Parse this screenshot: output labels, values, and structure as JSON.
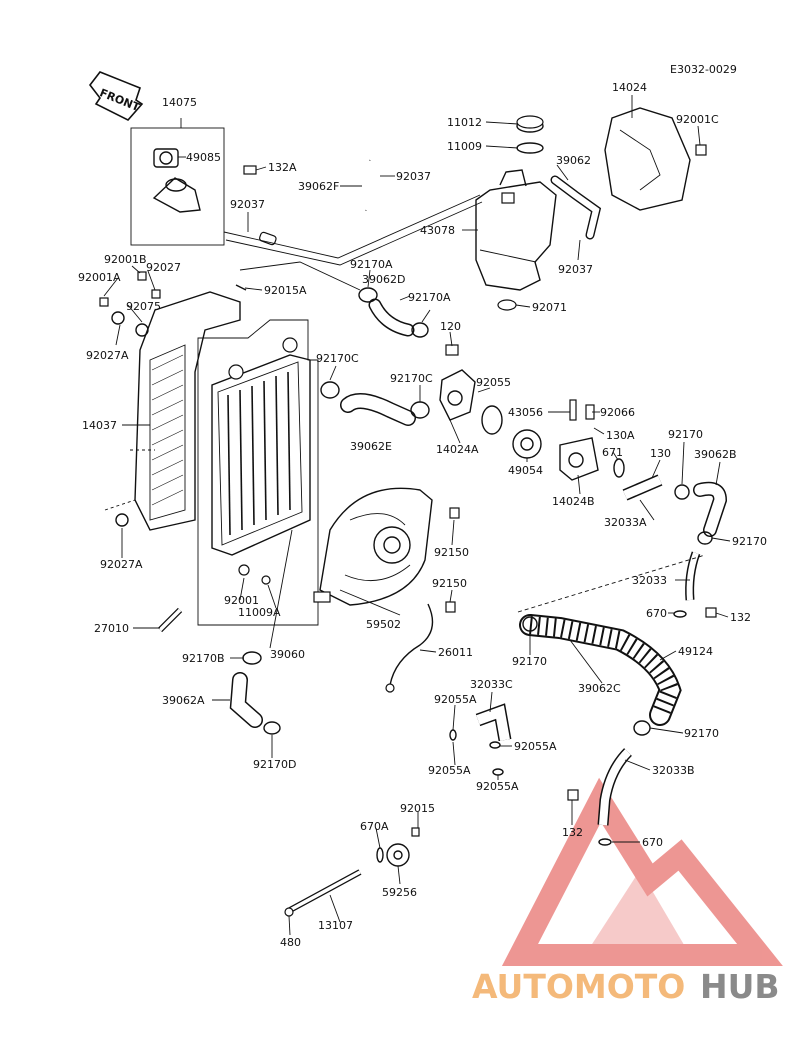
{
  "diagram": {
    "drawing_code": "E3032-0029",
    "front_label": "FRONT",
    "parts": {
      "p14075": "14075",
      "p49085": "49085",
      "p132A": "132A",
      "p92037a": "92037",
      "p92001B": "92001B",
      "p92001A": "92001A",
      "p92027": "92027",
      "p92075": "92075",
      "p92027A_top": "92027A",
      "p92015A": "92015A",
      "p14037": "14037",
      "p92027A_bot": "92027A",
      "p27010": "27010",
      "p92001": "92001",
      "p11009A": "11009A",
      "p39060": "39060",
      "p92170B": "92170B",
      "p39062A": "39062A",
      "p92170D": "92170D",
      "p11012": "11012",
      "p11009": "11009",
      "p39062F": "39062F",
      "p92037b": "92037",
      "p39062": "39062",
      "p43078": "43078",
      "p92037c": "92037",
      "p92071": "92071",
      "p14024": "14024",
      "p92001C": "92001C",
      "p92170A_1": "92170A",
      "p39062D": "39062D",
      "p92170A_2": "92170A",
      "p120": "120",
      "p92170C_1": "92170C",
      "p92170C_2": "92170C",
      "p92055": "92055",
      "p39062E": "39062E",
      "p14024A": "14024A",
      "p43056": "43056",
      "p92066": "92066",
      "p130A": "130A",
      "p49054": "49054",
      "p671": "671",
      "p130": "130",
      "p14024B": "14024B",
      "p92170_a": "92170",
      "p39062B": "39062B",
      "p32033A": "32033A",
      "p92170_b": "92170",
      "p32033": "32033",
      "p670_a": "670",
      "p132_a": "132",
      "p92150_a": "92150",
      "p92150_b": "92150",
      "p59502": "59502",
      "p26011": "26011",
      "p92170_c": "92170",
      "p49124": "49124",
      "p39062C": "39062C",
      "p92170_d": "92170",
      "p32033C": "32033C",
      "p92055A_1": "92055A",
      "p92055A_2": "92055A",
      "p92055A_3": "92055A",
      "p92055A_4": "92055A",
      "p32033B": "32033B",
      "p132_b": "132",
      "p670_b": "670",
      "p92015": "92015",
      "p670A": "670A",
      "p59256": "59256",
      "p13107": "13107",
      "p480": "480"
    }
  },
  "watermark": {
    "text_part1": "AUTOMOTO",
    "text_part2": "HUB",
    "color_part1": "#f4b97a",
    "color_part2": "#8a8a8a",
    "logo_color": "#e8736f"
  }
}
